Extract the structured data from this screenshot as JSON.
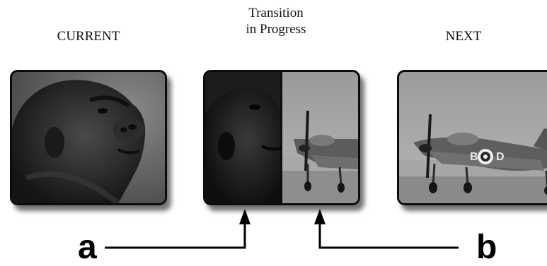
{
  "captions": {
    "current": "CURRENT",
    "transition_line1": "Transition",
    "transition_line2": "in Progress",
    "next": "NEXT"
  },
  "labels": {
    "a": "a",
    "b": "b"
  },
  "colors": {
    "frame_border": "#0c0c0c",
    "arrow": "#000000"
  }
}
